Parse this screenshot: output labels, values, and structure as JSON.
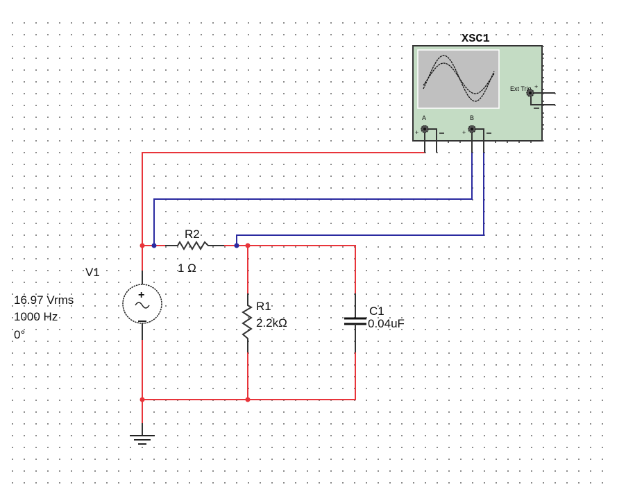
{
  "schematic": {
    "title": "Multisim circuit schematic",
    "colors": {
      "background": "#ffffff",
      "grid_dot": "#888888",
      "wire_channel_a": "#e8343a",
      "wire_channel_b": "#2a2aa0",
      "scope_body": "#c4dcc4",
      "scope_screen": "#c0c0c0"
    },
    "components": {
      "oscilloscope": {
        "ref": "XSC1",
        "ext_trig_label": "Ext Trig",
        "channel_a_label": "A",
        "channel_b_label": "B",
        "plus_sign": "+",
        "minus_sign": "−"
      },
      "source": {
        "ref": "V1",
        "voltage": "16.97 Vrms",
        "frequency": "1000 Hz",
        "phase": "0°",
        "plus_sign": "+",
        "minus_sign": "−",
        "wave_symbol": "~"
      },
      "r2": {
        "ref": "R2",
        "value": "1 Ω"
      },
      "r1": {
        "ref": "R1",
        "value": "2.2kΩ"
      },
      "c1": {
        "ref": "C1",
        "value": "0.04uF"
      }
    }
  }
}
